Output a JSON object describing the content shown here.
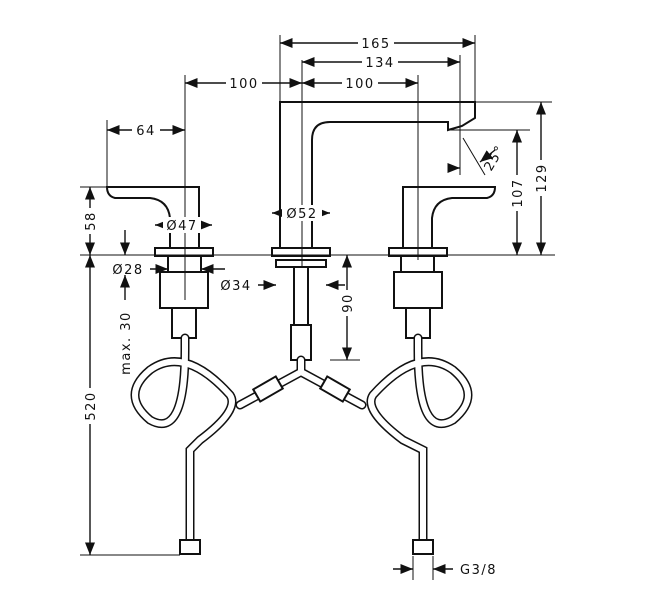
{
  "dimensions": {
    "spout_reach": "165",
    "spout_to_outlet": "134",
    "spacing_left": "100",
    "spacing_right": "100",
    "lever_length": "64",
    "handle_height": "58",
    "handle_diameter": "Ø47",
    "spout_diameter": "Ø52",
    "outlet_height": "107",
    "spout_height": "129",
    "outlet_angle": "25°",
    "handle_shank_diameter": "Ø28",
    "spout_shank_diameter": "Ø34",
    "shank_length": "90",
    "max_deck_thickness": "max. 30",
    "hose_length": "520",
    "connection_thread": "G3/8"
  }
}
